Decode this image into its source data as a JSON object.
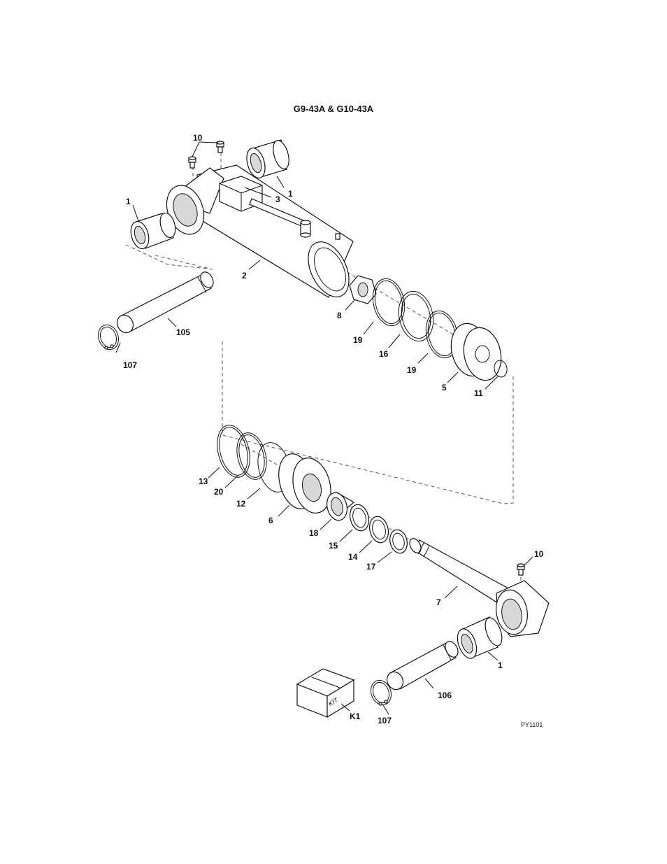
{
  "title": "G9-43A & G10-43A",
  "drawing_ref": "PY1101",
  "kit_label": "KIT",
  "callouts": [
    {
      "id": "c10a",
      "label": "10"
    },
    {
      "id": "c1a",
      "label": "1"
    },
    {
      "id": "c1b",
      "label": "1"
    },
    {
      "id": "c3",
      "label": "3"
    },
    {
      "id": "c2",
      "label": "2"
    },
    {
      "id": "c105",
      "label": "105"
    },
    {
      "id": "c107a",
      "label": "107"
    },
    {
      "id": "c8",
      "label": "8"
    },
    {
      "id": "c19a",
      "label": "19"
    },
    {
      "id": "c16",
      "label": "16"
    },
    {
      "id": "c19b",
      "label": "19"
    },
    {
      "id": "c5",
      "label": "5"
    },
    {
      "id": "c11",
      "label": "11"
    },
    {
      "id": "c13",
      "label": "13"
    },
    {
      "id": "c20",
      "label": "20"
    },
    {
      "id": "c12",
      "label": "12"
    },
    {
      "id": "c6",
      "label": "6"
    },
    {
      "id": "c18",
      "label": "18"
    },
    {
      "id": "c15",
      "label": "15"
    },
    {
      "id": "c14",
      "label": "14"
    },
    {
      "id": "c17",
      "label": "17"
    },
    {
      "id": "c10b",
      "label": "10"
    },
    {
      "id": "c7",
      "label": "7"
    },
    {
      "id": "c1c",
      "label": "1"
    },
    {
      "id": "c106",
      "label": "106"
    },
    {
      "id": "c107b",
      "label": "107"
    },
    {
      "id": "cK1",
      "label": "K1"
    }
  ]
}
